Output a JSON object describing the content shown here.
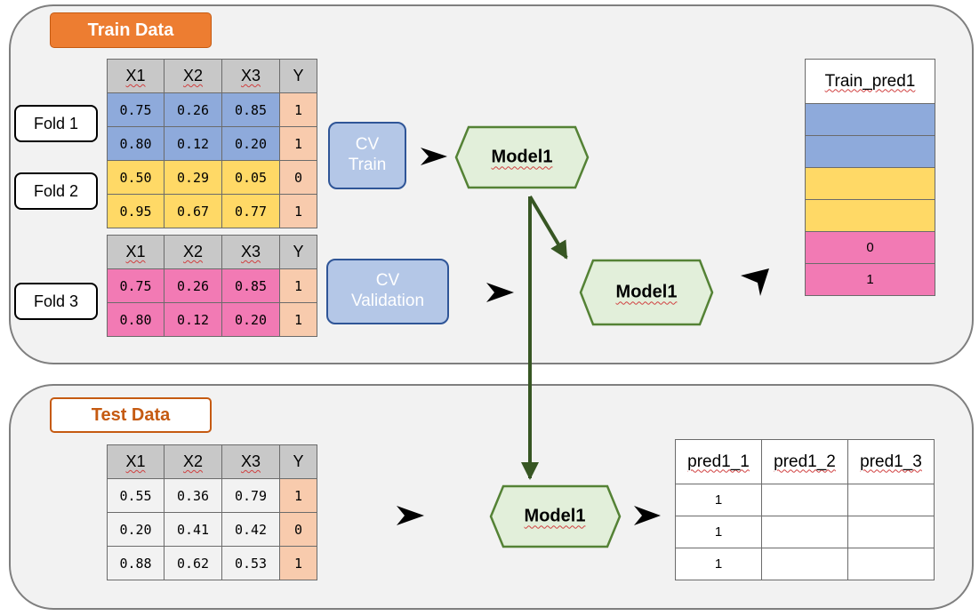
{
  "train_section": {
    "title": "Train Data",
    "folds": [
      "Fold 1",
      "Fold 2",
      "Fold 3"
    ],
    "table_top": {
      "headers": [
        "X1",
        "X2",
        "X3",
        "Y"
      ],
      "rows": [
        {
          "cells": [
            "0.75",
            "0.26",
            "0.85",
            "1"
          ],
          "fold": 1
        },
        {
          "cells": [
            "0.80",
            "0.12",
            "0.20",
            "1"
          ],
          "fold": 1
        },
        {
          "cells": [
            "0.50",
            "0.29",
            "0.05",
            "0"
          ],
          "fold": 2
        },
        {
          "cells": [
            "0.95",
            "0.67",
            "0.77",
            "1"
          ],
          "fold": 2
        }
      ]
    },
    "table_bottom": {
      "headers": [
        "X1",
        "X2",
        "X3",
        "Y"
      ],
      "rows": [
        {
          "cells": [
            "0.75",
            "0.26",
            "0.85",
            "1"
          ],
          "fold": 3
        },
        {
          "cells": [
            "0.80",
            "0.12",
            "0.20",
            "1"
          ],
          "fold": 3
        }
      ]
    },
    "cv_train": [
      "CV",
      "Train"
    ],
    "cv_validation": [
      "CV",
      "Validation"
    ],
    "model_top": "Model1",
    "model_mid": "Model1",
    "train_pred": {
      "header": "Train_pred1",
      "rows": [
        {
          "value": "",
          "fold": 1
        },
        {
          "value": "",
          "fold": 1
        },
        {
          "value": "",
          "fold": 2
        },
        {
          "value": "",
          "fold": 2
        },
        {
          "value": "0",
          "fold": 3
        },
        {
          "value": "1",
          "fold": 3
        }
      ]
    }
  },
  "test_section": {
    "title": "Test Data",
    "table": {
      "headers": [
        "X1",
        "X2",
        "X3",
        "Y"
      ],
      "rows": [
        [
          "0.55",
          "0.36",
          "0.79",
          "1"
        ],
        [
          "0.20",
          "0.41",
          "0.42",
          "0"
        ],
        [
          "0.88",
          "0.62",
          "0.53",
          "1"
        ]
      ]
    },
    "model": "Model1",
    "pred": {
      "headers": [
        "pred1_1",
        "pred1_2",
        "pred1_3"
      ],
      "rows": [
        [
          "1",
          "",
          ""
        ],
        [
          "1",
          "",
          ""
        ],
        [
          "1",
          "",
          ""
        ]
      ]
    }
  },
  "colors": {
    "fold1": "#8eaadb",
    "fold2": "#ffd966",
    "fold3": "#f27ab4",
    "y_cell": "#f8cbad",
    "header_gray": "#c8c8c8",
    "test_cell": "#f2f2f2",
    "train_title_bg": "#ed7d31",
    "test_title_border": "#c55a11",
    "cv_fill": "#b4c7e7",
    "cv_border": "#2f5597",
    "model_fill": "#e2efda",
    "model_border": "#548235",
    "arrow_green": "#375623"
  }
}
